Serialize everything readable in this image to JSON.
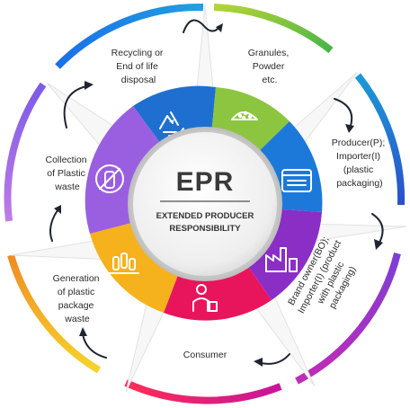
{
  "center": {
    "title": "EPR",
    "subtitle_line1": "EXTENDED PRODUCER",
    "subtitle_line2": "RESPONSIBILITY"
  },
  "stages": [
    {
      "name": "recycling",
      "lines": [
        "Recycling or",
        "End of life",
        "disposal"
      ],
      "color": "#1f6fd1",
      "icon": "recycle-icon"
    },
    {
      "name": "granules",
      "lines": [
        "Granules,",
        "Powder",
        "etc."
      ],
      "color": "#8cc53f",
      "icon": "granules-pile-icon"
    },
    {
      "name": "producer",
      "lines": [
        "Producer(P);",
        "Importer(I)",
        "(plastic",
        "packaging)"
      ],
      "color": "#1f6fd1",
      "icon": "plastic-container-icon"
    },
    {
      "name": "brand-owner",
      "lines": [
        "Brand owner(BO);",
        "Importer(I) (product",
        "with plastic",
        "packaging)"
      ],
      "color": "#8a2ec6",
      "icon": "factory-icon"
    },
    {
      "name": "consumer",
      "lines": [
        "Consumer"
      ],
      "color": "#e8155c",
      "icon": "consumer-icon"
    },
    {
      "name": "generation",
      "lines": [
        "Generation",
        "of plastic",
        "package",
        "waste"
      ],
      "color": "#f6b21c",
      "icon": "waste-bottles-icon"
    },
    {
      "name": "collection",
      "lines": [
        "Collection",
        "of Plastic",
        "waste"
      ],
      "color": "#9a5fe0",
      "icon": "no-bottle-icon"
    }
  ],
  "ring_colors": [
    "#8cc53f",
    "#1a7fe0",
    "#9b3fd6",
    "#e3186a",
    "#f7c21c",
    "#9a64e2",
    "#1f6fd1"
  ]
}
